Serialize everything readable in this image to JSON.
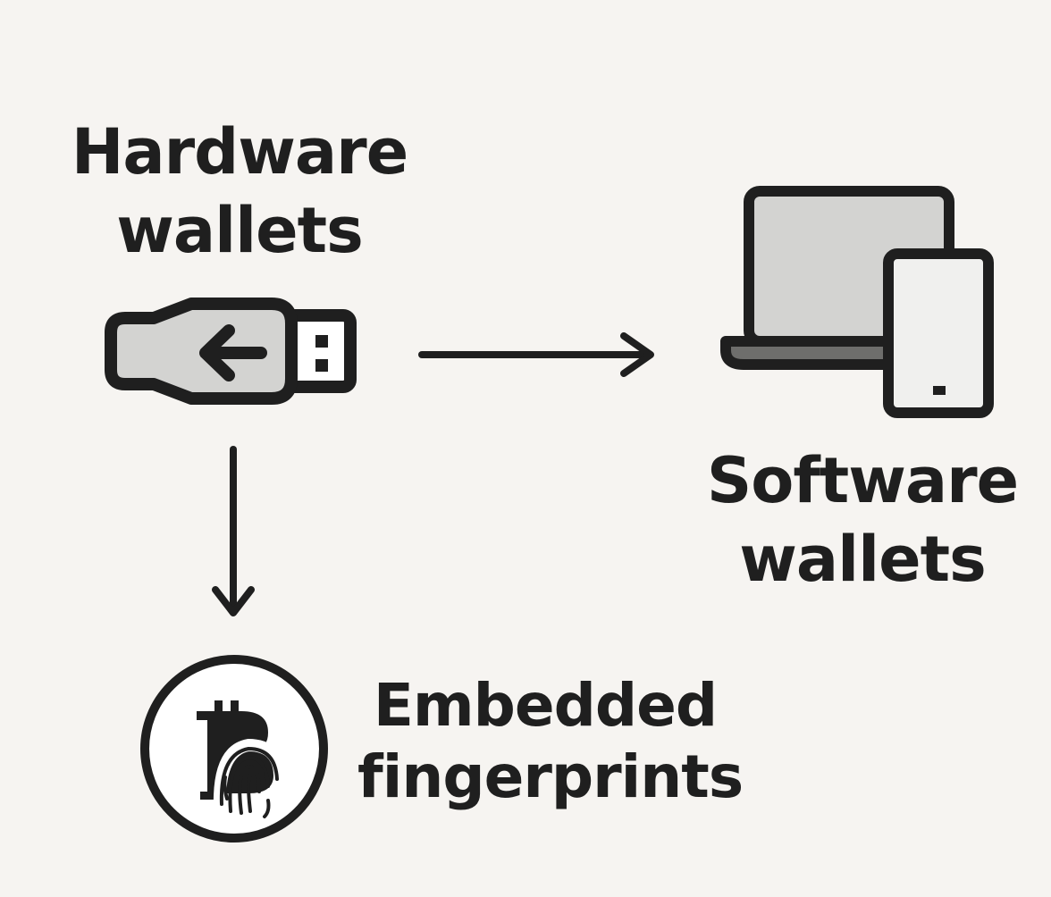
{
  "nodes": {
    "hardware_wallets": {
      "line1": "Hardware",
      "line2": "wallets",
      "icon": "usb-drive-icon"
    },
    "software_wallets": {
      "line1": "Software",
      "line2": "wallets",
      "icon": "laptop-phone-icon"
    },
    "embedded_fingerprints": {
      "line1": "Embedded",
      "line2": "fingerprints",
      "icon": "bitcoin-fingerprint-icon"
    }
  },
  "edges": [
    {
      "from": "hardware_wallets",
      "to": "software_wallets",
      "icon": "arrow-right-icon"
    },
    {
      "from": "hardware_wallets",
      "to": "embedded_fingerprints",
      "icon": "arrow-down-icon"
    }
  ],
  "colors": {
    "background": "#f6f4f1",
    "ink": "#1f1f1f",
    "fill_light": "#d3d3d1",
    "fill_dark": "#6e6e6c",
    "white": "#ffffff"
  }
}
